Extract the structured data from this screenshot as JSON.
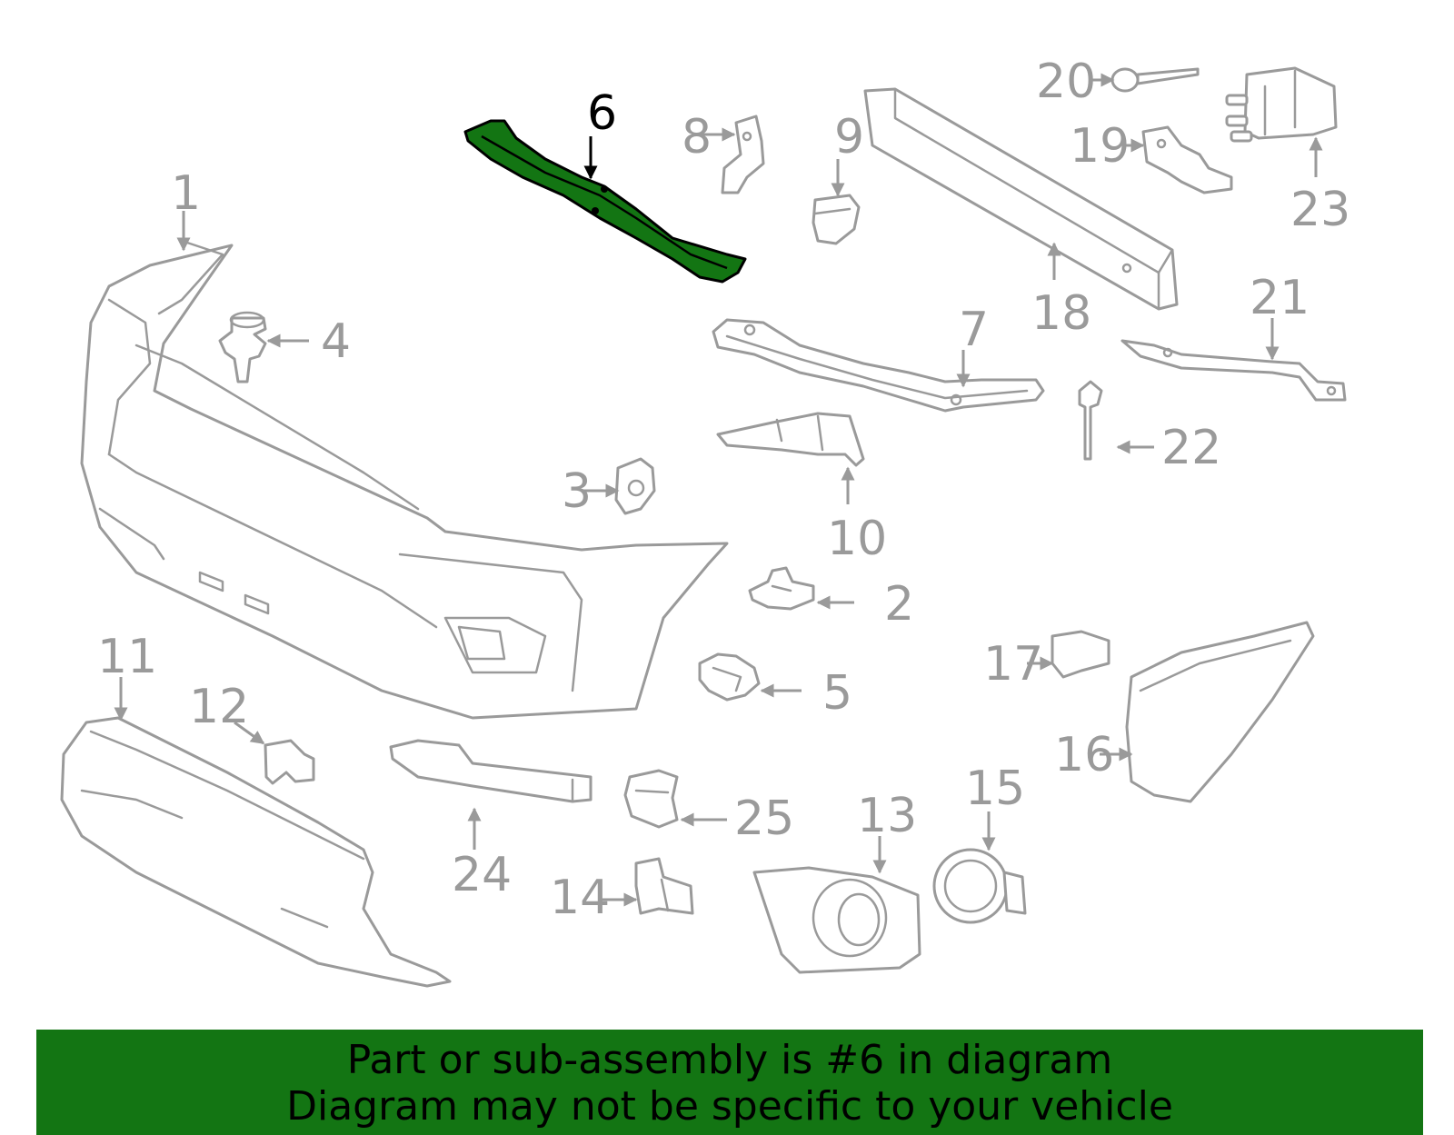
{
  "colors": {
    "highlight": "#137513",
    "outline": "#9a9a9a",
    "banner_bg": "#137513",
    "text_active": "#000000"
  },
  "highlighted_part": "6",
  "callouts": {
    "c1": "1",
    "c2": "2",
    "c3": "3",
    "c4": "4",
    "c5": "5",
    "c6": "6",
    "c7": "7",
    "c8": "8",
    "c9": "9",
    "c10": "10",
    "c11": "11",
    "c12": "12",
    "c13": "13",
    "c14": "14",
    "c15": "15",
    "c16": "16",
    "c17": "17",
    "c18": "18",
    "c19": "19",
    "c20": "20",
    "c21": "21",
    "c22": "22",
    "c23": "23",
    "c24": "24",
    "c25": "25"
  },
  "banner": {
    "line1": "Part or sub-assembly is #6 in diagram",
    "line2": "Diagram may not be specific to your vehicle"
  }
}
